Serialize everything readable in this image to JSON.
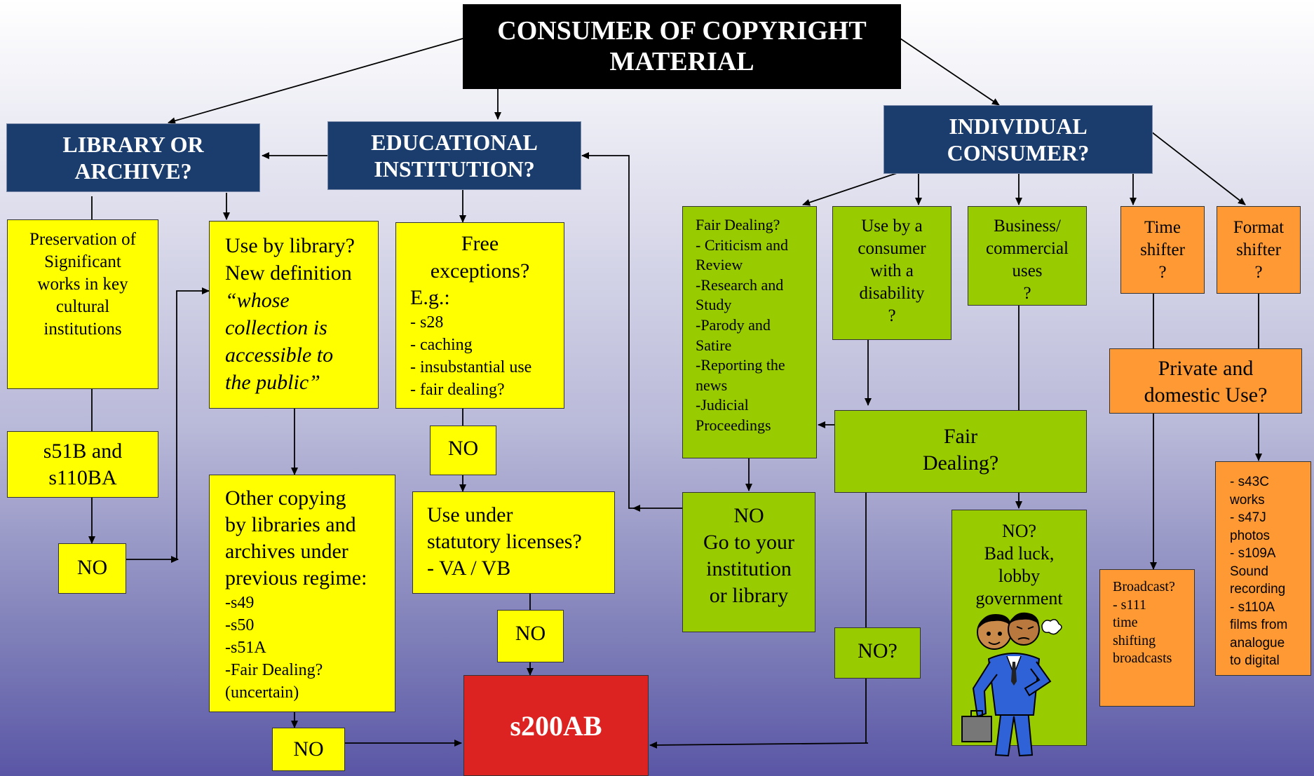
{
  "title": {
    "line1": "CONSUMER OF COPYRIGHT",
    "line2": "MATERIAL"
  },
  "branches": {
    "library": {
      "line1": "LIBRARY OR",
      "line2": "ARCHIVE?"
    },
    "education": {
      "line1": "EDUCATIONAL",
      "line2": "INSTITUTION?"
    },
    "individual": {
      "line1": "INDIVIDUAL",
      "line2": "CONSUMER?"
    }
  },
  "library_col": {
    "preservation": [
      "Preservation of",
      "Significant",
      "works in key",
      "cultural",
      "institutions"
    ],
    "s51b": [
      "s51B and",
      "s110BA"
    ],
    "no": "NO"
  },
  "use_by_library": {
    "lines": [
      "Use by library?",
      "New definition"
    ],
    "quote": [
      "“whose",
      "collection is",
      "accessible to",
      "the public”"
    ]
  },
  "other_copying": {
    "lines": [
      "Other copying",
      "by libraries and",
      "archives under",
      "previous regime:"
    ],
    "items": [
      "-s49",
      "-s50",
      "-s51A",
      "-Fair Dealing?",
      "(uncertain)"
    ],
    "no": "NO"
  },
  "free_exceptions": {
    "heading": [
      "Free",
      "exceptions?"
    ],
    "eg": "E.g.:",
    "items": [
      "- s28",
      "- caching",
      "- insubstantial use",
      "- fair dealing?"
    ],
    "no": "NO"
  },
  "statutory": {
    "lines": [
      "Use under",
      "statutory licenses?",
      "- VA / VB"
    ],
    "no": "NO"
  },
  "s200ab": "s200AB",
  "fair_dealing_list": [
    "Fair Dealing?",
    "- Criticism and",
    "Review",
    "-Research and",
    "Study",
    "-Parody and",
    "Satire",
    "-Reporting the",
    "news",
    "-Judicial",
    "Proceedings"
  ],
  "disability": [
    "Use by a",
    "consumer",
    "with a",
    "disability",
    "?"
  ],
  "business": [
    "Business/",
    "commercial",
    "uses",
    "?"
  ],
  "time_shifter": [
    "Time",
    "shifter",
    "?"
  ],
  "format_shifter": [
    "Format",
    "shifter",
    "?"
  ],
  "private_use": [
    "Private and",
    "domestic Use?"
  ],
  "fair_dealing_q": [
    "Fair",
    "Dealing?"
  ],
  "go_institution": [
    "NO",
    "Go to your",
    "institution",
    "or library"
  ],
  "no_q": "NO?",
  "bad_luck": [
    "NO?",
    "Bad luck,",
    "lobby",
    "government"
  ],
  "broadcast": [
    "Broadcast?",
    "- s111",
    "time",
    "shifting",
    "broadcasts"
  ],
  "format_list": [
    "- s43C",
    "works",
    "- s47J",
    "photos",
    "- s109A",
    "Sound",
    "recording",
    "- s110A",
    "films from",
    "analogue",
    "to digital"
  ],
  "colors": {
    "navy": "#1a3d6e",
    "yellow": "#ffff00",
    "green": "#99cc00",
    "orange": "#ff9933",
    "red": "#dd2222"
  }
}
